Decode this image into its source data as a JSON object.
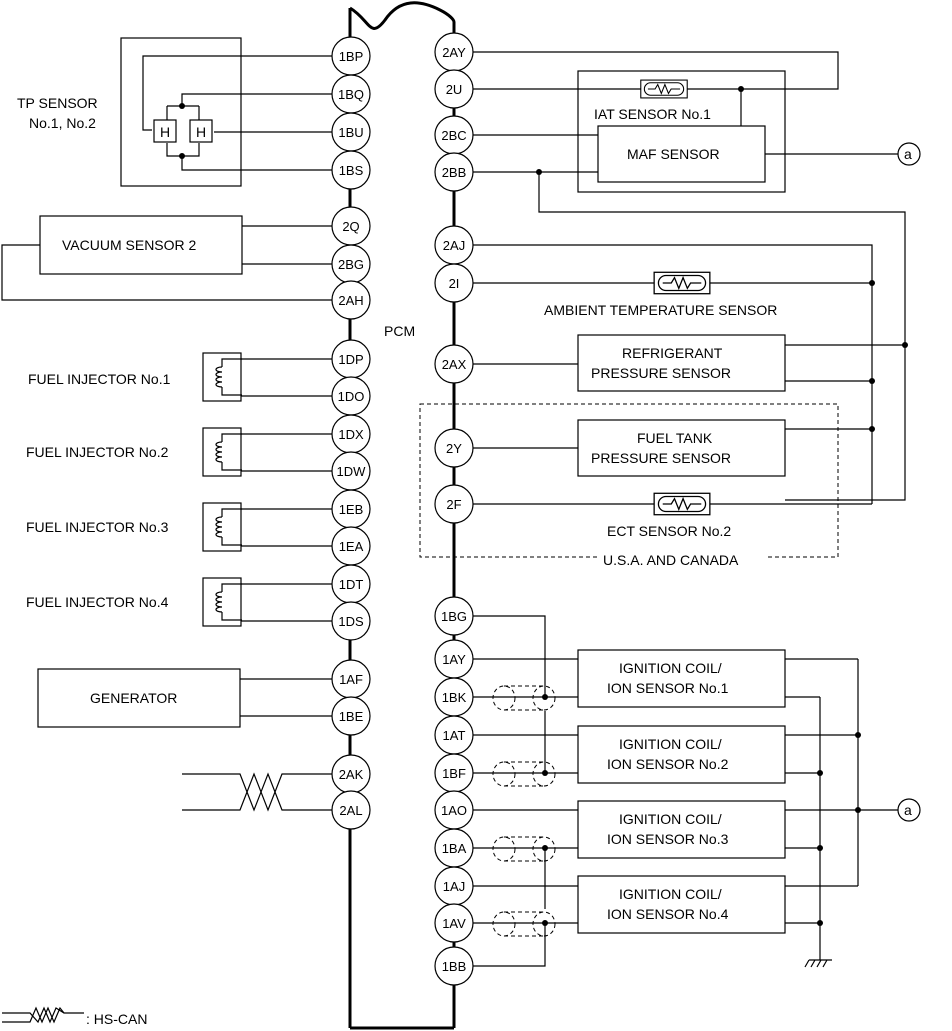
{
  "pcm_label": "PCM",
  "left_pins": [
    "1BP",
    "1BQ",
    "1BU",
    "1BS",
    "2Q",
    "2BG",
    "2AH",
    "1DP",
    "1DO",
    "1DX",
    "1DW",
    "1EB",
    "1EA",
    "1DT",
    "1DS",
    "1AF",
    "1BE",
    "2AK",
    "2AL"
  ],
  "right_pins": [
    "2AY",
    "2U",
    "2BC",
    "2BB",
    "2AJ",
    "2I",
    "2AX",
    "2Y",
    "2F",
    "1BG",
    "1AY",
    "1BK",
    "1AT",
    "1BF",
    "1AO",
    "1BA",
    "1AJ",
    "1AV",
    "1BB"
  ],
  "components": {
    "tp_sensor": "TP SENSOR",
    "tp_sensor_sub": "No.1, No.2",
    "hall_element": "H",
    "vacuum_sensor": "VACUUM SENSOR 2",
    "injectors": [
      "FUEL INJECTOR No.1",
      "FUEL INJECTOR No.2",
      "FUEL INJECTOR No.3",
      "FUEL INJECTOR No.4"
    ],
    "generator": "GENERATOR",
    "iat_sensor": "IAT SENSOR No.1",
    "maf_sensor": "MAF SENSOR",
    "ambient_sensor": "AMBIENT TEMPERATURE SENSOR",
    "refrigerant_l1": "REFRIGERANT",
    "refrigerant_l2": "PRESSURE SENSOR",
    "fuel_tank_l1": "FUEL TANK",
    "fuel_tank_l2": "PRESSURE SENSOR",
    "ect_sensor": "ECT SENSOR No.2",
    "region_label": "U.S.A. AND CANADA",
    "coils_l1": [
      "IGNITION COIL/",
      "IGNITION COIL/",
      "IGNITION COIL/",
      "IGNITION COIL/"
    ],
    "coils_l2": [
      "ION SENSOR No.1",
      "ION SENSOR No.2",
      "ION SENSOR No.3",
      "ION SENSOR No.4"
    ],
    "connector_a": "a"
  },
  "legend": {
    "hs_can": ": HS-CAN"
  }
}
